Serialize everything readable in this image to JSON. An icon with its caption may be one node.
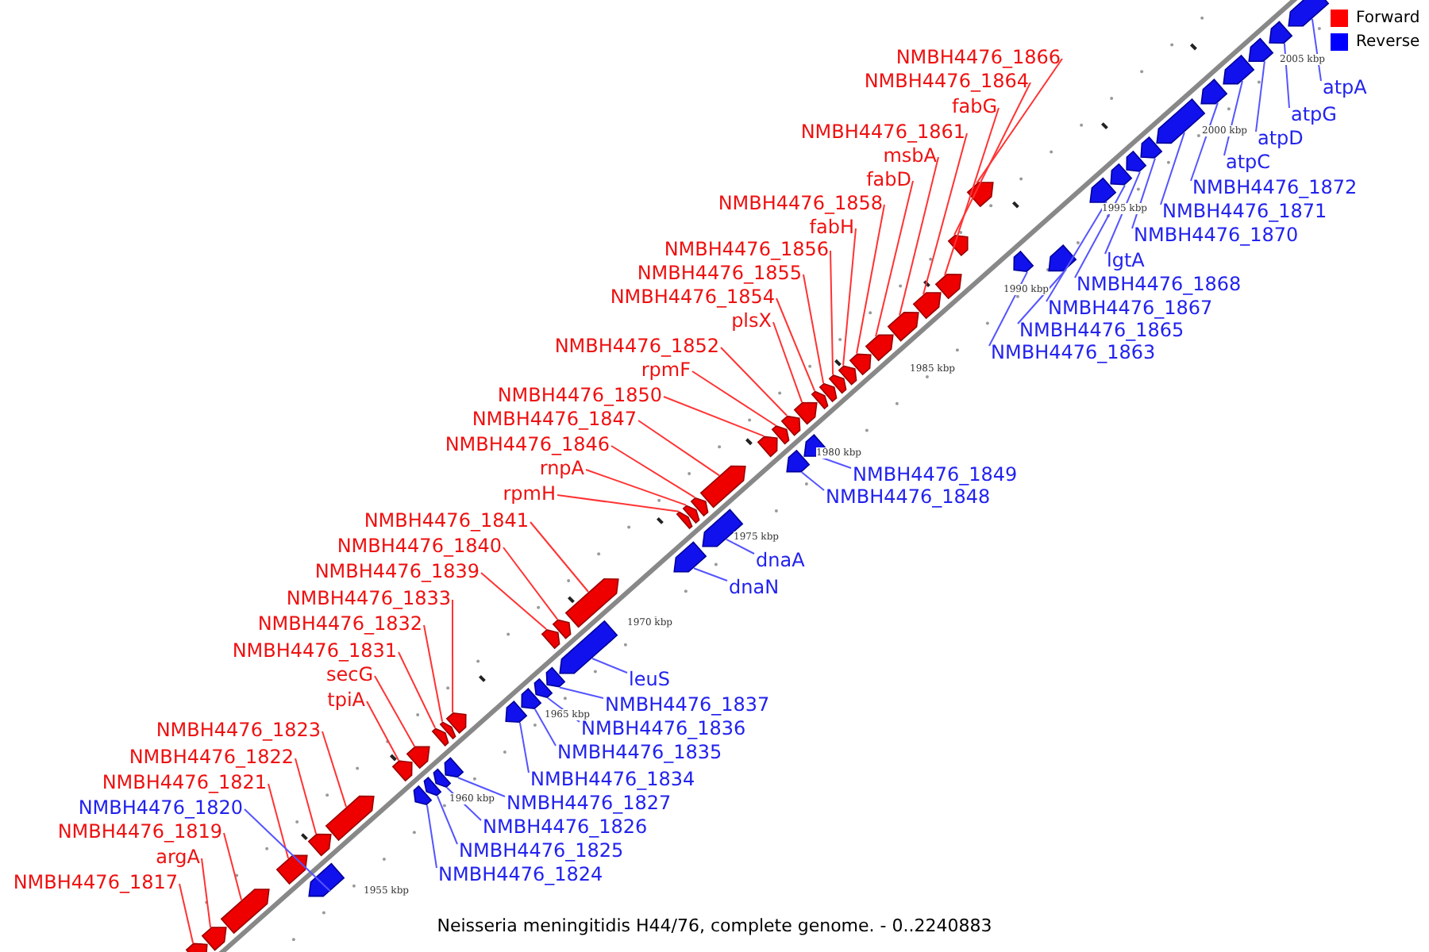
{
  "diagram": {
    "caption": "Neisseria meningitidis H44/76, complete genome. - 0..2240883",
    "nodes": [
      {
        "text": [
          "NMBH4476_1866"
        ]
      },
      {
        "text": [
          "NMBH4476_1864"
        ]
      },
      {
        "text": [
          "fabG"
        ]
      },
      {
        "text": [
          "NMBH4476_1861"
        ]
      },
      {
        "text": [
          "msbA"
        ]
      },
      {
        "text": [
          "fabD"
        ]
      },
      {
        "text": [
          "NMBH4476_1858"
        ]
      },
      {
        "text": [
          "fabH"
        ]
      },
      {
        "text": [
          "NMBH4476_1856"
        ]
      },
      {
        "text": [
          "NMBH4476_1855"
        ]
      },
      {
        "text": [
          "NMBH4476_1854"
        ]
      },
      {
        "text": [
          "plsX"
        ]
      },
      {
        "text": [
          "NMBH4476_1852"
        ]
      },
      {
        "text": [
          "rpmF"
        ]
      },
      {
        "text": [
          "NMBH4476_1850"
        ]
      },
      {
        "text": [
          "NMBH4476_1847"
        ]
      },
      {
        "text": [
          "NMBH4476_1846"
        ]
      },
      {
        "text": [
          "rnpA"
        ]
      },
      {
        "text": [
          "rpmH"
        ]
      },
      {
        "text": [
          "NMBH4476_1841"
        ]
      },
      {
        "text": [
          "NMBH4476_1840"
        ]
      },
      {
        "text": [
          "NMBH4476_1839"
        ]
      },
      {
        "text": [
          "NMBH4476_1833"
        ]
      },
      {
        "text": [
          "NMBH4476_1832"
        ]
      },
      {
        "text": [
          "NMBH4476_1831"
        ]
      },
      {
        "text": [
          "secG"
        ]
      },
      {
        "text": [
          "tpiA"
        ]
      },
      {
        "text": [
          "NMBH4476_1823"
        ]
      },
      {
        "text": [
          "NMBH4476_1822"
        ]
      },
      {
        "text": [
          "NMBH4476_1821"
        ]
      },
      {
        "text": [
          "NMBH4476_1820"
        ]
      },
      {
        "text": [
          "NMBH4476_1819"
        ]
      },
      {
        "text": [
          "argA"
        ]
      },
      {
        "text": [
          "NMBH4476_1817"
        ]
      },
      {
        "text": [
          "atpA"
        ]
      },
      {
        "text": [
          "atpG"
        ]
      },
      {
        "text": [
          "atpD"
        ]
      },
      {
        "text": [
          "atpC"
        ]
      },
      {
        "text": [
          "NMBH4476_1872"
        ]
      },
      {
        "text": [
          "NMBH4476_1871"
        ]
      },
      {
        "text": [
          "NMBH4476_1870"
        ]
      },
      {
        "text": [
          "lgtA"
        ]
      },
      {
        "text": [
          "NMBH4476_1868"
        ]
      },
      {
        "text": [
          "NMBH4476_1867"
        ]
      },
      {
        "text": [
          "NMBH4476_1865"
        ]
      },
      {
        "text": [
          "NMBH4476_1863"
        ]
      },
      {
        "text": [
          "NMBH4476_1849"
        ]
      },
      {
        "text": [
          "NMBH4476_1848"
        ]
      },
      {
        "text": [
          "dnaA"
        ]
      },
      {
        "text": [
          "dnaN"
        ]
      },
      {
        "text": [
          "leuS"
        ]
      },
      {
        "text": [
          "NMBH4476_1837"
        ]
      },
      {
        "text": [
          "NMBH4476_1836"
        ]
      },
      {
        "text": [
          "NMBH4476_1835"
        ]
      },
      {
        "text": [
          "NMBH4476_1834"
        ]
      },
      {
        "text": [
          "NMBH4476_1827"
        ]
      },
      {
        "text": [
          "NMBH4476_1826"
        ]
      },
      {
        "text": [
          "NMBH4476_1825"
        ]
      },
      {
        "text": [
          "NMBH4476_1824"
        ]
      },
      {
        "text": [],
        "shape": "arrow"
      },
      {
        "text": [],
        "shape": "arrow"
      },
      {
        "text": [],
        "shape": "arrow"
      },
      {
        "text": [],
        "shape": "arrow"
      },
      {
        "text": [],
        "shape": "arrow"
      },
      {
        "text": [],
        "shape": "arrow"
      },
      {
        "text": [],
        "shape": "arrow"
      },
      {
        "text": [],
        "shape": "arrow"
      },
      {
        "text": [],
        "shape": "arrow"
      },
      {
        "text": [],
        "shape": "arrow"
      },
      {
        "text": [],
        "shape": "arrow"
      },
      {
        "text": [],
        "shape": "arrow"
      },
      {
        "text": [],
        "shape": "arrow"
      },
      {
        "text": [],
        "shape": "arrow"
      },
      {
        "text": [],
        "shape": "arrow"
      },
      {
        "text": [],
        "shape": "arrow"
      },
      {
        "text": [],
        "shape": "arrow"
      },
      {
        "text": [],
        "shape": "arrow"
      },
      {
        "text": [],
        "shape": "arrow"
      },
      {
        "text": [],
        "shape": "arrow"
      },
      {
        "text": [],
        "shape": "arrow"
      },
      {
        "text": [],
        "shape": "arrow"
      },
      {
        "text": [],
        "shape": "arrow"
      },
      {
        "text": [],
        "shape": "arrow"
      },
      {
        "text": [],
        "shape": "arrow"
      },
      {
        "text": [],
        "shape": "arrow"
      },
      {
        "text": [],
        "shape": "arrow"
      },
      {
        "text": [],
        "shape": "arrow"
      },
      {
        "text": [],
        "shape": "arrow"
      },
      {
        "text": [],
        "shape": "arrow"
      },
      {
        "text": [],
        "shape": "arrow"
      },
      {
        "text": [],
        "shape": "arrow"
      },
      {
        "text": [],
        "shape": "arrow"
      },
      {
        "text": [],
        "shape": "arrow"
      },
      {
        "text": [],
        "shape": "arrow"
      },
      {
        "text": [],
        "shape": "arrow"
      },
      {
        "text": [],
        "shape": "arrow"
      },
      {
        "text": [],
        "shape": "arrow"
      },
      {
        "text": [],
        "shape": "arrow"
      },
      {
        "text": [],
        "shape": "arrow"
      },
      {
        "text": [],
        "shape": "arrow"
      },
      {
        "text": [],
        "shape": "arrow"
      },
      {
        "text": [],
        "shape": "arrow"
      },
      {
        "text": [],
        "shape": "arrow"
      },
      {
        "text": [],
        "shape": "arrow"
      },
      {
        "text": [],
        "shape": "arrow"
      },
      {
        "text": [],
        "shape": "arrow"
      },
      {
        "text": [],
        "shape": "arrow"
      },
      {
        "text": [],
        "shape": "arrow"
      },
      {
        "text": [],
        "shape": "arrow"
      },
      {
        "text": [],
        "shape": "arrow"
      },
      {
        "text": [],
        "shape": "arrow"
      },
      {
        "text": [],
        "shape": "arrow"
      },
      {
        "text": [],
        "shape": "arrow"
      },
      {
        "text": [],
        "shape": "arrow"
      },
      {
        "text": [],
        "shape": "arrow"
      },
      {
        "text": [],
        "shape": "arrow"
      },
      {
        "text": [],
        "shape": "arrow"
      },
      {
        "text": [],
        "shape": "arrow"
      }
    ],
    "edges": [
      {
        "from": 0,
        "to": 70,
        "arrow": "none"
      },
      {
        "from": 1,
        "to": 72,
        "arrow": "none"
      },
      {
        "from": 2,
        "to": 73,
        "arrow": "none"
      },
      {
        "from": 3,
        "to": 74,
        "arrow": "none"
      },
      {
        "from": 4,
        "to": 75,
        "arrow": "none"
      },
      {
        "from": 5,
        "to": 76,
        "arrow": "none"
      },
      {
        "from": 6,
        "to": 77,
        "arrow": "none"
      },
      {
        "from": 7,
        "to": 78,
        "arrow": "none"
      },
      {
        "from": 8,
        "to": 79,
        "arrow": "none"
      },
      {
        "from": 9,
        "to": 80,
        "arrow": "none"
      },
      {
        "from": 10,
        "to": 81,
        "arrow": "none"
      },
      {
        "from": 11,
        "to": 82,
        "arrow": "none"
      },
      {
        "from": 12,
        "to": 83,
        "arrow": "none"
      },
      {
        "from": 13,
        "to": 85,
        "arrow": "none"
      },
      {
        "from": 14,
        "to": 87,
        "arrow": "none"
      },
      {
        "from": 15,
        "to": 88,
        "arrow": "none"
      },
      {
        "from": 16,
        "to": 89,
        "arrow": "none"
      },
      {
        "from": 17,
        "to": 90,
        "arrow": "none"
      },
      {
        "from": 18,
        "to": 91,
        "arrow": "none"
      },
      {
        "from": 19,
        "to": 94,
        "arrow": "none"
      },
      {
        "from": 20,
        "to": 95,
        "arrow": "none"
      },
      {
        "from": 21,
        "to": 96,
        "arrow": "none"
      },
      {
        "from": 22,
        "to": 102,
        "arrow": "none"
      },
      {
        "from": 23,
        "to": 103,
        "arrow": "none"
      },
      {
        "from": 24,
        "to": 104,
        "arrow": "none"
      },
      {
        "from": 25,
        "to": 107,
        "arrow": "none"
      },
      {
        "from": 26,
        "to": 109,
        "arrow": "none"
      },
      {
        "from": 27,
        "to": 111,
        "arrow": "none"
      },
      {
        "from": 28,
        "to": 112,
        "arrow": "none"
      },
      {
        "from": 29,
        "to": 114,
        "arrow": "none"
      },
      {
        "from": 30,
        "to": 113,
        "arrow": "none",
        "color": "#5555ff"
      },
      {
        "from": 31,
        "to": 115,
        "arrow": "none"
      },
      {
        "from": 32,
        "to": 116,
        "arrow": "none"
      },
      {
        "from": 33,
        "to": 117,
        "arrow": "none"
      },
      {
        "from": 34,
        "to": 59,
        "arrow": "none",
        "color": "#5555ff"
      },
      {
        "from": 35,
        "to": 60,
        "arrow": "none",
        "color": "#5555ff"
      },
      {
        "from": 36,
        "to": 61,
        "arrow": "none",
        "color": "#5555ff"
      },
      {
        "from": 37,
        "to": 62,
        "arrow": "none",
        "color": "#5555ff"
      },
      {
        "from": 38,
        "to": 63,
        "arrow": "none",
        "color": "#5555ff"
      },
      {
        "from": 39,
        "to": 64,
        "arrow": "none",
        "color": "#5555ff"
      },
      {
        "from": 40,
        "to": 65,
        "arrow": "none",
        "color": "#5555ff"
      },
      {
        "from": 41,
        "to": 66,
        "arrow": "none",
        "color": "#5555ff"
      },
      {
        "from": 42,
        "to": 67,
        "arrow": "none",
        "color": "#5555ff"
      },
      {
        "from": 43,
        "to": 68,
        "arrow": "none",
        "color": "#5555ff"
      },
      {
        "from": 44,
        "to": 69,
        "arrow": "none",
        "color": "#5555ff"
      },
      {
        "from": 45,
        "to": 71,
        "arrow": "none",
        "color": "#5555ff"
      },
      {
        "from": 46,
        "to": 84,
        "arrow": "none",
        "color": "#5555ff"
      },
      {
        "from": 47,
        "to": 86,
        "arrow": "none",
        "color": "#5555ff"
      },
      {
        "from": 48,
        "to": 92,
        "arrow": "none",
        "color": "#5555ff"
      },
      {
        "from": 49,
        "to": 93,
        "arrow": "none",
        "color": "#5555ff"
      },
      {
        "from": 50,
        "to": 97,
        "arrow": "none",
        "color": "#5555ff"
      },
      {
        "from": 51,
        "to": 98,
        "arrow": "none",
        "color": "#5555ff"
      },
      {
        "from": 52,
        "to": 99,
        "arrow": "none",
        "color": "#5555ff"
      },
      {
        "from": 53,
        "to": 100,
        "arrow": "none",
        "color": "#5555ff"
      },
      {
        "from": 54,
        "to": 101,
        "arrow": "none",
        "color": "#5555ff"
      },
      {
        "from": 55,
        "to": 105,
        "arrow": "none",
        "color": "#5555ff"
      },
      {
        "from": 56,
        "to": 106,
        "arrow": "none",
        "color": "#5555ff"
      },
      {
        "from": 57,
        "to": 108,
        "arrow": "none",
        "color": "#5555ff"
      },
      {
        "from": 58,
        "to": 110,
        "arrow": "none",
        "color": "#5555ff"
      }
    ],
    "labels": [
      "2005 kbp",
      "2000 kbp",
      "1995 kbp",
      "1990 kbp",
      "1985 kbp",
      "1980 kbp",
      "1975 kbp",
      "1970 kbp",
      "1965 kbp",
      "1960 kbp",
      "1955 kbp"
    ],
    "legend": [
      {
        "text": "Forward",
        "color": "#ff0000"
      },
      {
        "text": "Reverse",
        "color": "#0000ff"
      }
    ]
  }
}
